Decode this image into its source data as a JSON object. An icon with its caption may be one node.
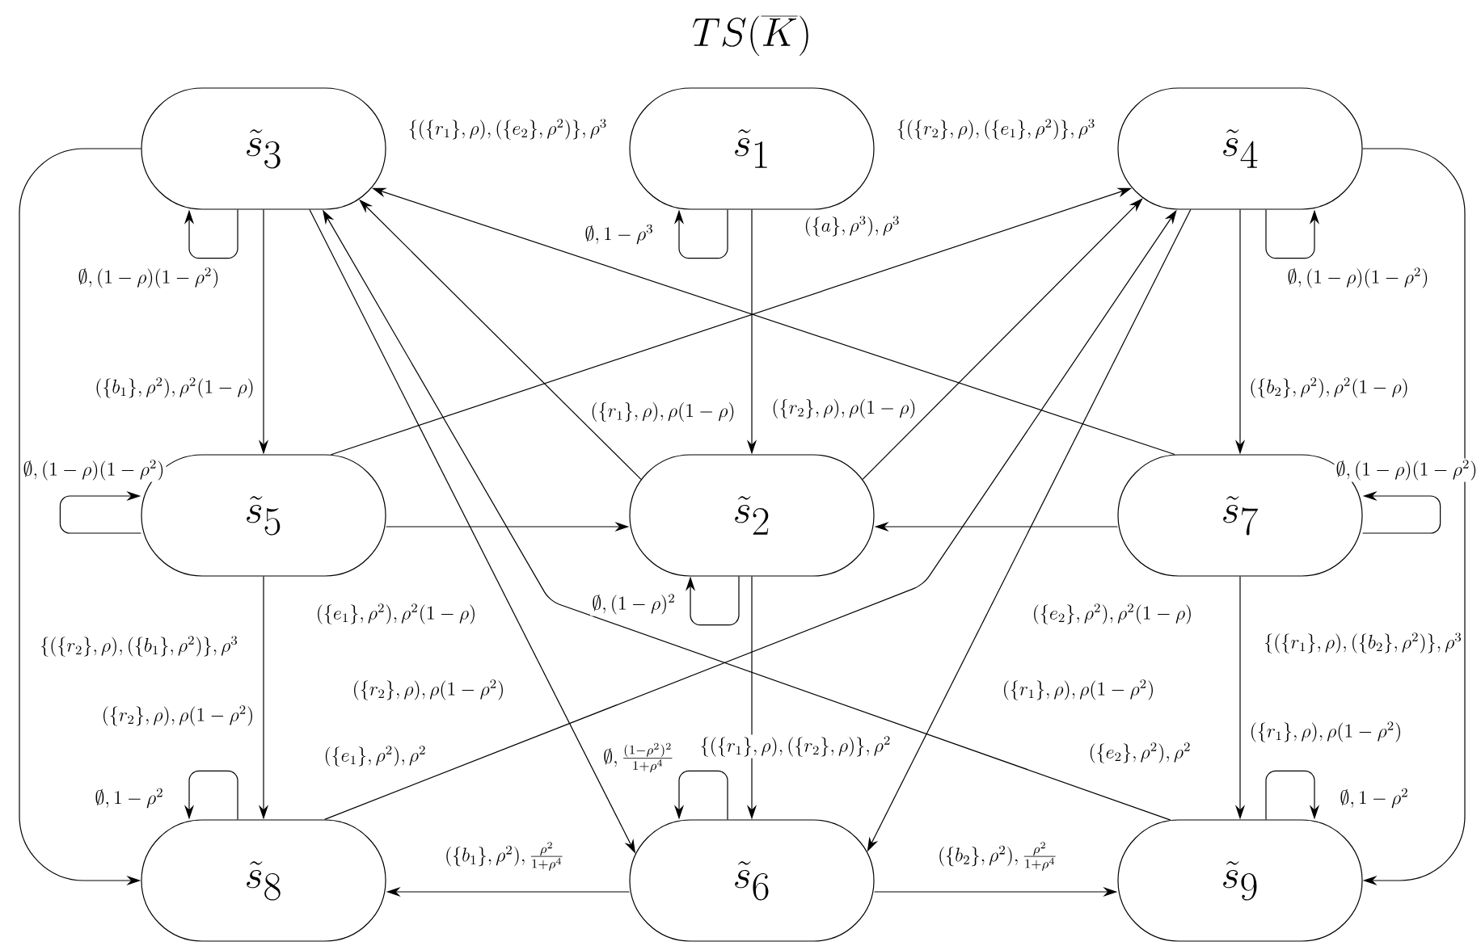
{
  "diagram": {
    "title": "TS(\\overline{K})",
    "nodes": [
      {
        "text": [
          "\\tilde{s}_3"
        ]
      },
      {
        "text": [
          "\\tilde{s}_1"
        ]
      },
      {
        "text": [
          "\\tilde{s}_4"
        ]
      },
      {
        "text": [
          "\\tilde{s}_5"
        ]
      },
      {
        "text": [
          "\\tilde{s}_2"
        ]
      },
      {
        "text": [
          "\\tilde{s}_7"
        ]
      },
      {
        "text": [
          "\\tilde{s}_8"
        ]
      },
      {
        "text": [
          "\\tilde{s}_6"
        ]
      },
      {
        "text": [
          "\\tilde{s}_9"
        ]
      }
    ],
    "edges": [
      {
        "from": 0,
        "to": 0,
        "arrow": "to",
        "label": "\\emptyset,(1-\\rho)(1-\\rho^2)"
      },
      {
        "from": 1,
        "to": 1,
        "arrow": "to",
        "label": "\\emptyset,1-\\rho^3"
      },
      {
        "from": 2,
        "to": 2,
        "arrow": "to",
        "label": "\\emptyset,(1-\\rho)(1-\\rho^2)"
      },
      {
        "from": 3,
        "to": 3,
        "arrow": "to",
        "label": "\\emptyset,(1-\\rho)(1-\\rho^2)"
      },
      {
        "from": 5,
        "to": 5,
        "arrow": "to",
        "label": "\\emptyset,(1-\\rho)(1-\\rho^2)"
      },
      {
        "from": 4,
        "to": 4,
        "arrow": "to",
        "label": "\\emptyset,(1-\\rho)^2"
      },
      {
        "from": 6,
        "to": 6,
        "arrow": "to",
        "label": "\\emptyset,1-\\rho^2"
      },
      {
        "from": 7,
        "to": 7,
        "arrow": "to",
        "label": "\\emptyset,\\frac{(1-\\rho^2)^2}{1+\\rho^4}"
      },
      {
        "from": 8,
        "to": 8,
        "arrow": "to",
        "label": "\\emptyset,1-\\rho^2"
      },
      {
        "from": 1,
        "to": 4,
        "arrow": "to",
        "label": "(\\{a\\},\\rho^3),\\rho^3"
      },
      {
        "from": 0,
        "to": 3,
        "arrow": "to",
        "label": "(\\{b_1\\},\\rho^2),\\rho^2(1-\\rho)"
      },
      {
        "from": 2,
        "to": 5,
        "arrow": "to",
        "label": "(\\{b_2\\},\\rho^2),\\rho^2(1-\\rho)"
      },
      {
        "from": 3,
        "to": 6,
        "arrow": "to",
        "label": "(\\{r_2\\},\\rho),\\rho(1-\\rho^2)"
      },
      {
        "from": 5,
        "to": 8,
        "arrow": "to",
        "label": "(\\{r_1\\},\\rho),\\rho(1-\\rho^2)"
      },
      {
        "from": 4,
        "to": 7,
        "arrow": "to",
        "label": "\\{(\\{r_1\\},\\rho),(\\{r_2\\},\\rho)\\},\\rho^2"
      },
      {
        "from": 3,
        "to": 4,
        "arrow": "to",
        "label": "(\\{e_1\\},\\rho^2),\\rho^2(1-\\rho)"
      },
      {
        "from": 5,
        "to": 4,
        "arrow": "to",
        "label": "(\\{e_2\\},\\rho^2),\\rho^2(1-\\rho)"
      },
      {
        "from": 7,
        "to": 6,
        "arrow": "to",
        "label": "(\\{b_1\\},\\rho^2),\\frac{\\rho^2}{1+\\rho^4}"
      },
      {
        "from": 7,
        "to": 8,
        "arrow": "to",
        "label": "(\\{b_2\\},\\rho^2),\\frac{\\rho^2}{1+\\rho^4}"
      },
      {
        "from": 4,
        "to": 0,
        "arrow": "to",
        "label": "(\\{r_1\\},\\rho),\\rho(1-\\rho)"
      },
      {
        "from": 4,
        "to": 2,
        "arrow": "to",
        "label": "(\\{r_2\\},\\rho),\\rho(1-\\rho)"
      },
      {
        "from": 3,
        "to": 2,
        "arrow": "to",
        "label": "\\{(\\{r_2\\},\\rho),(\\{e_1\\},\\rho^2)\\},\\rho^3"
      },
      {
        "from": 5,
        "to": 0,
        "arrow": "to",
        "label": "\\{(\\{r_1\\},\\rho),(\\{e_2\\},\\rho^2)\\},\\rho^3"
      },
      {
        "from": 0,
        "to": 7,
        "arrow": "to",
        "label": "(\\{r_2\\},\\rho),\\rho(1-\\rho^2)"
      },
      {
        "from": 2,
        "to": 7,
        "arrow": "to",
        "label": "(\\{r_1\\},\\rho),\\rho(1-\\rho^2)"
      },
      {
        "from": 6,
        "to": 2,
        "arrow": "to",
        "label": "(\\{e_1\\},\\rho^2),\\rho^2"
      },
      {
        "from": 8,
        "to": 0,
        "arrow": "to",
        "label": "(\\{e_2\\},\\rho^2),\\rho^2"
      },
      {
        "from": 0,
        "to": 6,
        "arrow": "to",
        "label": "\\{(\\{r_2\\},\\rho),(\\{b_1\\},\\rho^2)\\},\\rho^3"
      },
      {
        "from": 2,
        "to": 8,
        "arrow": "to",
        "label": "\\{(\\{r_1\\},\\rho),(\\{b_2\\},\\rho^2)\\},\\rho^3"
      }
    ]
  }
}
